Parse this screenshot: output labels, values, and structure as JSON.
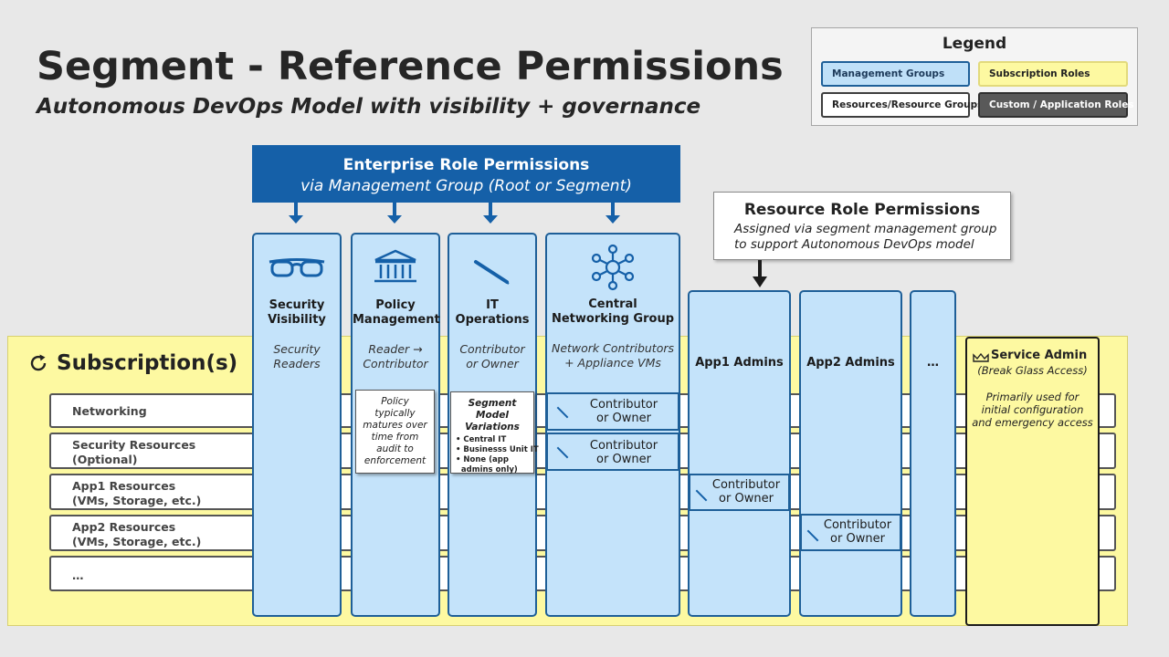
{
  "title": "Segment - Reference Permissions",
  "subtitle": "Autonomous DevOps Model with visibility + governance",
  "legend": {
    "title": "Legend",
    "management_groups": "Management Groups",
    "subscription_roles": "Subscription Roles",
    "resources": "Resources/Resource Groups",
    "custom_roles": "Custom / Application Roles"
  },
  "enterprise": {
    "title": "Enterprise Role Permissions",
    "subtitle": "via Management Group (Root or Segment)"
  },
  "resource_role": {
    "title": "Resource Role Permissions",
    "line1": "Assigned via segment management group",
    "line2": "to support Autonomous DevOps model"
  },
  "subscriptions": {
    "title": "Subscription(s)"
  },
  "rows": [
    {
      "line1": "Networking",
      "line2": ""
    },
    {
      "line1": "Security Resources",
      "line2": "(Optional)"
    },
    {
      "line1": "App1 Resources",
      "line2": "(VMs, Storage, etc.)"
    },
    {
      "line1": "App2 Resources",
      "line2": "(VMs, Storage, etc.)"
    },
    {
      "line1": "…",
      "line2": ""
    }
  ],
  "columns": {
    "security": {
      "title1": "Security",
      "title2": "Visibility",
      "sub1": "Security",
      "sub2": "Readers",
      "icon": "glasses-icon"
    },
    "policy": {
      "title1": "Policy",
      "title2": "Management",
      "sub1": "Reader →",
      "sub2": "Contributor",
      "icon": "building-icon"
    },
    "it": {
      "title1": "IT",
      "title2": "Operations",
      "sub1": "Contributor",
      "sub2": "or Owner",
      "icon": "pen-icon"
    },
    "network": {
      "title1": "Central",
      "title2": "Networking Group",
      "sub1": "Network Contributors",
      "sub2": "+ Appliance VMs",
      "icon": "network-hub-icon"
    },
    "app1": {
      "title": "App1  Admins"
    },
    "app2": {
      "title": "App2 Admins"
    },
    "more": {
      "title": "…"
    }
  },
  "policy_note": [
    "Policy",
    "typically",
    "matures over",
    "time from",
    "audit to",
    "enforcement"
  ],
  "it_note": {
    "title1": "Segment Model",
    "title2": "Variations",
    "items": [
      "• Central IT",
      "• Businesss Unit IT",
      "• None (app",
      "  admins only)"
    ]
  },
  "contributor": {
    "line1": "Contributor",
    "line2": "or Owner"
  },
  "service_admin": {
    "title": "Service Admin",
    "subtitle": "(Break Glass Access)",
    "desc1": "Primarily used for",
    "desc2": "initial configuration",
    "desc3": "and emergency access",
    "icon": "crown-icon"
  },
  "colors": {
    "management_group": "#c4e3fa",
    "management_border": "#1e5f98",
    "subscription": "#fdf9a1",
    "enterprise": "#1560a8",
    "custom_role": "#595959"
  }
}
